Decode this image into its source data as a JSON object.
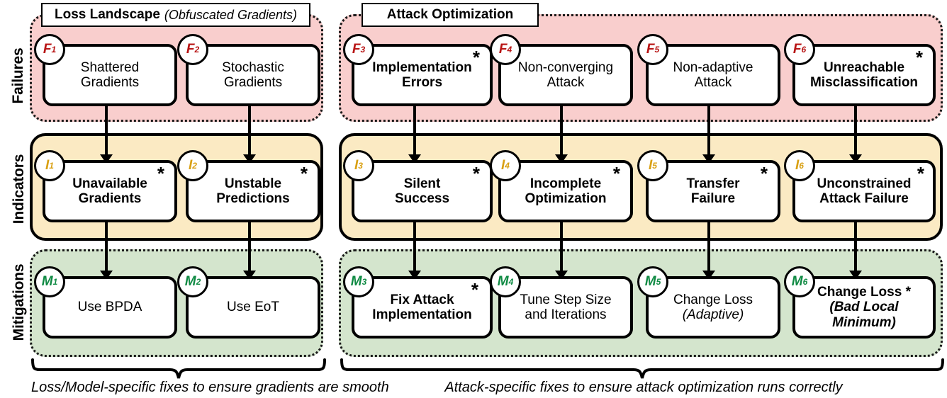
{
  "rows": [
    {
      "id": "failures",
      "label": "Failures"
    },
    {
      "id": "indicators",
      "label": "Indicators"
    },
    {
      "id": "mitigations",
      "label": "Mitigations"
    }
  ],
  "groups": [
    {
      "id": "loss-landscape",
      "title": "Loss Landscape",
      "subtitle": "(Obfuscated Gradients)"
    },
    {
      "id": "attack-optimization",
      "title": "Attack Optimization",
      "subtitle": ""
    }
  ],
  "colors": {
    "failures_band": "#f9cecd",
    "indicators_band": "#fbeac3",
    "mitigations_band": "#d4e5cd",
    "failure_id": "#b81414",
    "indicator_id": "#d9a013",
    "mitigation_id": "#0f8a43",
    "outline": "#000000"
  },
  "failures": [
    {
      "id": "F1",
      "idLetter": "F",
      "idNum": "1",
      "text": "Shattered\nGradients",
      "bold": false,
      "star": false
    },
    {
      "id": "F2",
      "idLetter": "F",
      "idNum": "2",
      "text": "Stochastic\nGradients",
      "bold": false,
      "star": false
    },
    {
      "id": "F3",
      "idLetter": "F",
      "idNum": "3",
      "text": "Implementation\nErrors",
      "bold": true,
      "star": true
    },
    {
      "id": "F4",
      "idLetter": "F",
      "idNum": "4",
      "text": "Non-converging\nAttack",
      "bold": false,
      "star": false
    },
    {
      "id": "F5",
      "idLetter": "F",
      "idNum": "5",
      "text": "Non-adaptive\nAttack",
      "bold": false,
      "star": false
    },
    {
      "id": "F6",
      "idLetter": "F",
      "idNum": "6",
      "text": "Unreachable\nMisclassification",
      "bold": true,
      "star": true
    }
  ],
  "indicators": [
    {
      "id": "I1",
      "idLetter": "I",
      "idNum": "1",
      "text": "Unavailable\nGradients",
      "bold": true,
      "star": true
    },
    {
      "id": "I2",
      "idLetter": "I",
      "idNum": "2",
      "text": "Unstable\nPredictions",
      "bold": true,
      "star": true
    },
    {
      "id": "I3",
      "idLetter": "I",
      "idNum": "3",
      "text": "Silent\nSuccess",
      "bold": true,
      "star": true
    },
    {
      "id": "I4",
      "idLetter": "I",
      "idNum": "4",
      "text": "Incomplete\nOptimization",
      "bold": true,
      "star": true
    },
    {
      "id": "I5",
      "idLetter": "I",
      "idNum": "5",
      "text": "Transfer\nFailure",
      "bold": true,
      "star": true
    },
    {
      "id": "I6",
      "idLetter": "I",
      "idNum": "6",
      "text": "Unconstrained\nAttack Failure",
      "bold": true,
      "star": true
    }
  ],
  "mitigations": [
    {
      "id": "M1",
      "idLetter": "M",
      "idNum": "1",
      "text": "Use BPDA",
      "bold": false,
      "star": false
    },
    {
      "id": "M2",
      "idLetter": "M",
      "idNum": "2",
      "text": "Use EoT",
      "bold": false,
      "star": false
    },
    {
      "id": "M3",
      "idLetter": "M",
      "idNum": "3",
      "text": "Fix Attack\nImplementation",
      "bold": true,
      "star": true
    },
    {
      "id": "M4",
      "idLetter": "M",
      "idNum": "4",
      "text": "Tune Step Size\nand Iterations",
      "bold": false,
      "star": false
    },
    {
      "id": "M5",
      "idLetter": "M",
      "idNum": "5",
      "text": "Change Loss\n(Adaptive)",
      "bold": false,
      "star": false,
      "italicLine": 1
    },
    {
      "id": "M6",
      "idLetter": "M",
      "idNum": "6",
      "text": "Change Loss *\n(Bad Local\nMinimum)",
      "bold": true,
      "star": false,
      "italicLine": 1
    }
  ],
  "captions": [
    {
      "id": "left-caption",
      "text": "Loss/Model-specific fixes to ensure gradients are smooth"
    },
    {
      "id": "right-caption",
      "text": "Attack-specific fixes to ensure attack optimization runs correctly"
    }
  ]
}
